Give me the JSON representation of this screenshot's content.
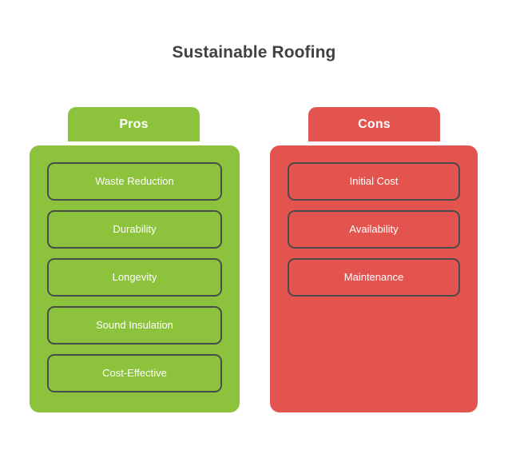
{
  "title": "Sustainable Roofing",
  "colors": {
    "pros": "#8CC23C",
    "cons": "#E4544F",
    "item_border": "#494C4A",
    "title_text": "#414141",
    "label_text": "#FFFFFF",
    "background": "#FFFFFF"
  },
  "columns": [
    {
      "id": "pros",
      "header": "Pros",
      "items": [
        {
          "label": "Waste Reduction"
        },
        {
          "label": "Durability"
        },
        {
          "label": "Longevity"
        },
        {
          "label": "Sound Insulation"
        },
        {
          "label": "Cost-Effective"
        }
      ]
    },
    {
      "id": "cons",
      "header": "Cons",
      "items": [
        {
          "label": "Initial Cost"
        },
        {
          "label": "Availability"
        },
        {
          "label": "Maintenance"
        }
      ]
    }
  ]
}
